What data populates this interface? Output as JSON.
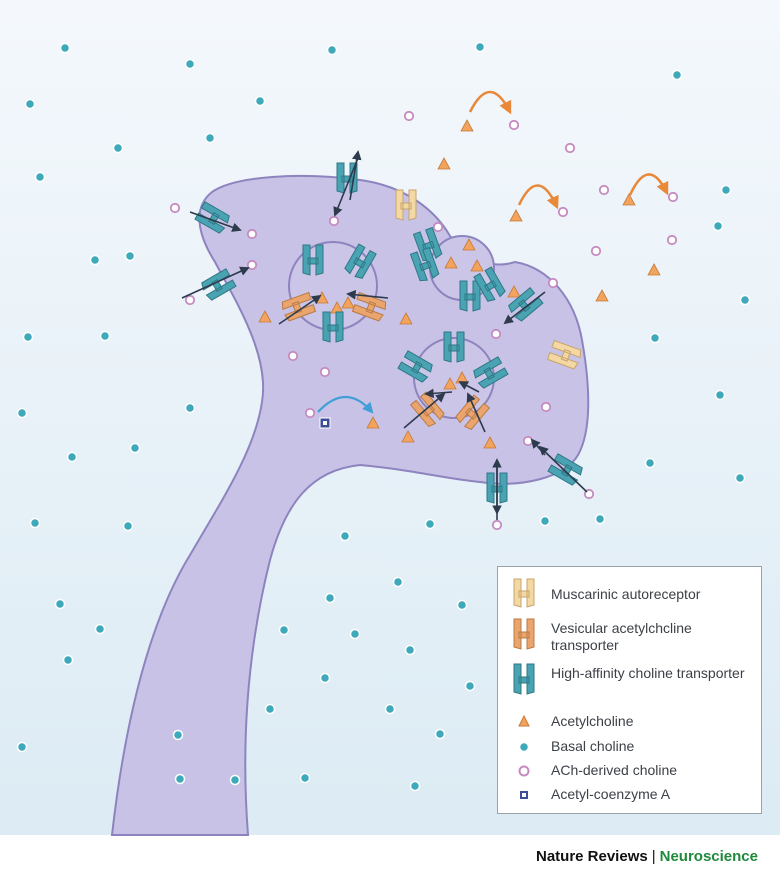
{
  "legend": {
    "items": [
      {
        "key": "muscarinic",
        "label": "Muscarinic autoreceptor"
      },
      {
        "key": "vesicular",
        "label": "Vesicular acetylchcline transporter"
      },
      {
        "key": "high_affinity",
        "label": "High-affinity choline transporter"
      },
      {
        "key": "acetylcholine",
        "label": "Acetylcholine"
      },
      {
        "key": "basal_choline",
        "label": "Basal choline"
      },
      {
        "key": "ach_choline",
        "label": "ACh-derived choline"
      },
      {
        "key": "acetyl_coa",
        "label": "Acetyl-coenzyme A"
      }
    ]
  },
  "credit": {
    "publisher": "Nature Reviews",
    "separator": "|",
    "journal": "Neuroscience"
  },
  "colors": {
    "background": "#e7f1f8",
    "neuron_fill": "#c8c3e6",
    "neuron_stroke": "#8d84bf",
    "basal_choline": "#3da9bb",
    "ach_choline": "#c58bc0",
    "acetylcholine": "#f2a45e",
    "choline_transporter": "#4aa3b3",
    "vesicular_transporter": "#eaa56e",
    "muscarinic": "#f3d8a3",
    "acetyl_coa": "#3d4e98",
    "arrow_orange": "#e8893a",
    "arrow_blue": "#3f9fd6",
    "arrow_dark": "#2d3b4d"
  }
}
